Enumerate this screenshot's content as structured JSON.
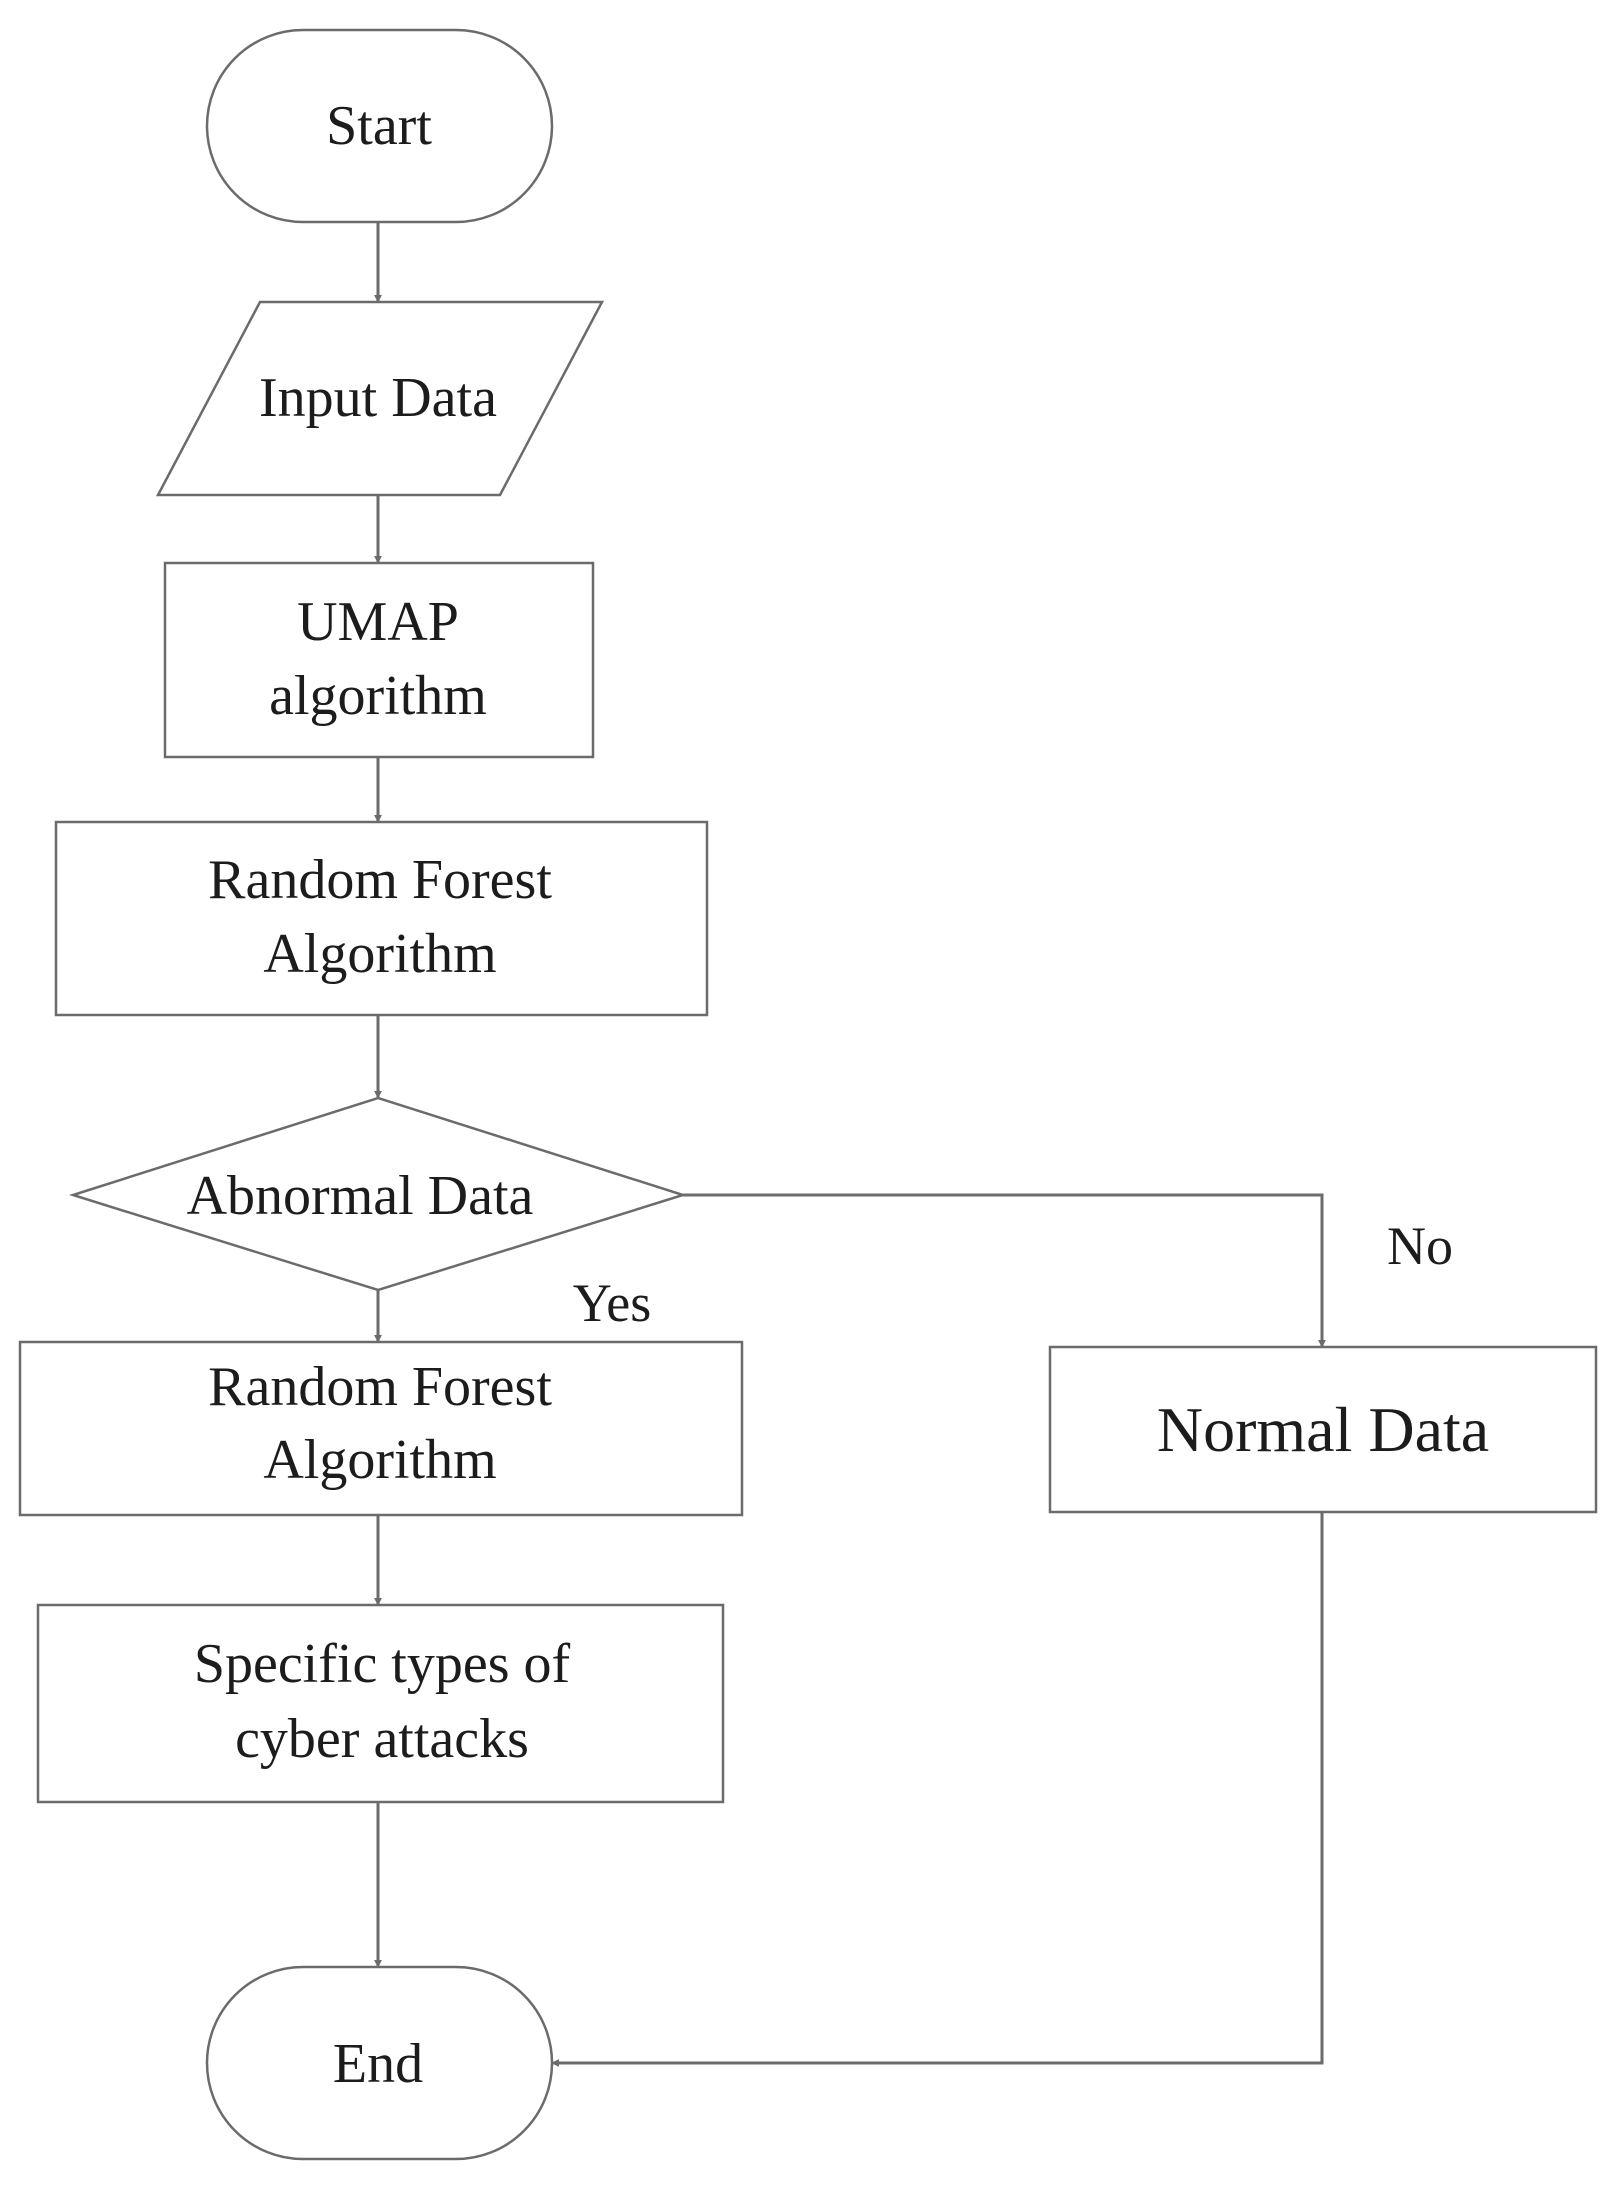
{
  "nodes": {
    "start": {
      "label": "Start"
    },
    "input": {
      "label": "Input Data"
    },
    "umap": {
      "lines": [
        "UMAP",
        "algorithm"
      ]
    },
    "rf1": {
      "lines": [
        "Random Forest",
        "Algorithm"
      ]
    },
    "decision": {
      "label": "Abnormal Data"
    },
    "rf2": {
      "lines": [
        "Random Forest",
        "Algorithm"
      ]
    },
    "attacks": {
      "lines": [
        "Specific types of",
        "cyber attacks"
      ]
    },
    "normal": {
      "label": "Normal Data"
    },
    "end": {
      "label": "End"
    }
  },
  "edges": {
    "yes_label": "Yes",
    "no_label": "No"
  },
  "colors": {
    "stroke": "#6b6b6b",
    "text": "#1c1c1c",
    "background": "#ffffff"
  }
}
